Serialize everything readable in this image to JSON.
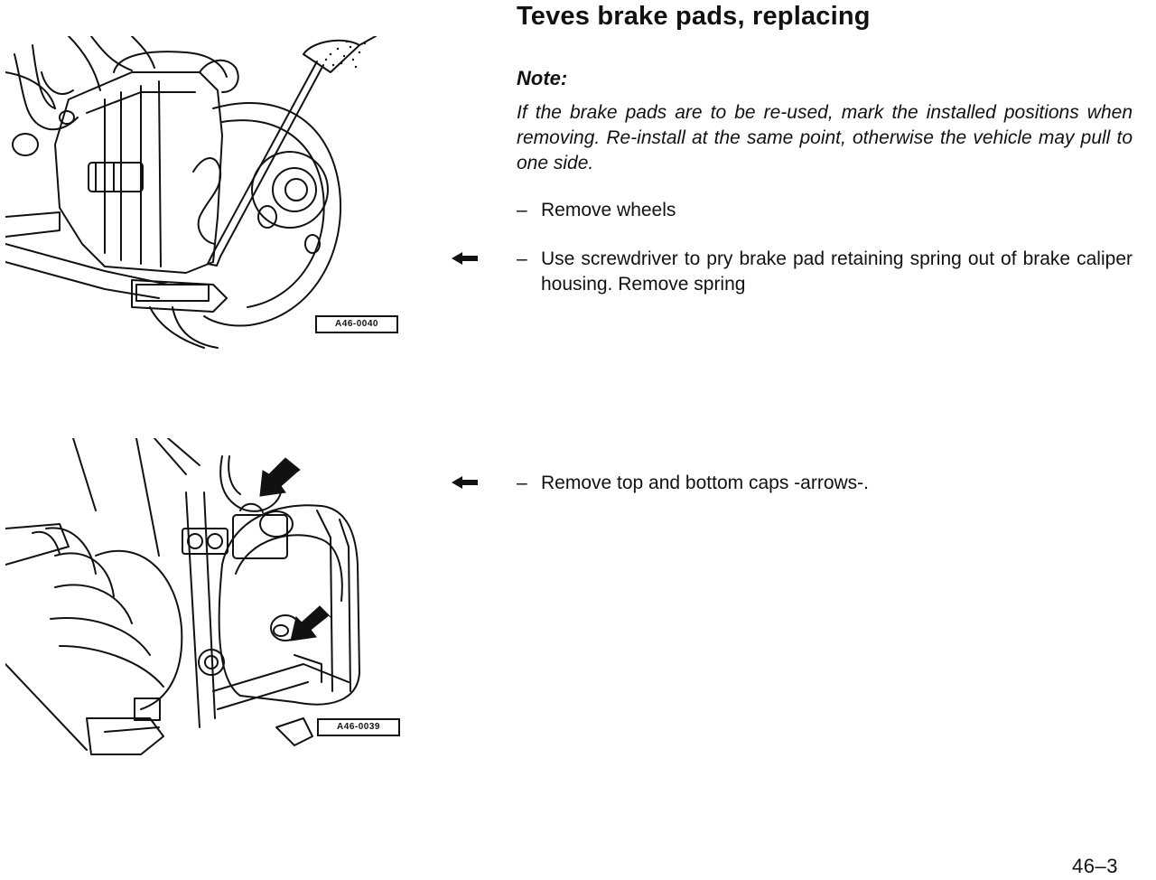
{
  "document": {
    "title": "Teves brake pads, replacing",
    "note_heading": "Note:",
    "note_text": "If the brake pads are to be re-used, mark the installed positions when removing.  Re-install at the same point, otherwise the vehicle may pull to one side.",
    "steps": [
      {
        "dash": "–",
        "text": "Remove wheels"
      },
      {
        "dash": "–",
        "text": "Use screwdriver to pry brake pad retaining spring out of brake caliper housing.  Remove spring"
      },
      {
        "dash": "–",
        "text": "Remove top and bottom caps -arrows-."
      }
    ],
    "figures": [
      {
        "label": "A46-0040"
      },
      {
        "label": "A46-0039"
      }
    ],
    "page_number": "46–3"
  },
  "colors": {
    "ink": "#111111",
    "paper": "#ffffff"
  },
  "icons": {
    "step_marker": "left-pointing-arrow-icon"
  }
}
